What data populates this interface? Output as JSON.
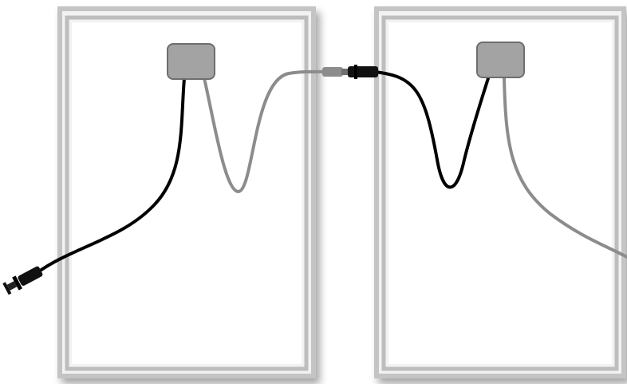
{
  "diagram": {
    "panels": [
      {
        "id": "panel-left",
        "frame_color": "#c4c4c4",
        "inner_color": "#ffffff"
      },
      {
        "id": "panel-right",
        "frame_color": "#c4c4c4",
        "inner_color": "#ffffff"
      }
    ],
    "junction_boxes": [
      {
        "id": "junction-box-left",
        "color": "#a3a3a3",
        "border": "#6e6e6e"
      },
      {
        "id": "junction-box-right",
        "color": "#a3a3a3",
        "border": "#6e6e6e"
      }
    ],
    "cables": {
      "negative_color": "#000000",
      "positive_color": "#8c8c8c"
    },
    "connectors": [
      {
        "id": "mc4-connector-left-end",
        "color": "#111111"
      },
      {
        "id": "mc4-connector-series-male",
        "color": "#8c8c8c"
      },
      {
        "id": "mc4-connector-series-female",
        "color": "#111111"
      }
    ]
  }
}
